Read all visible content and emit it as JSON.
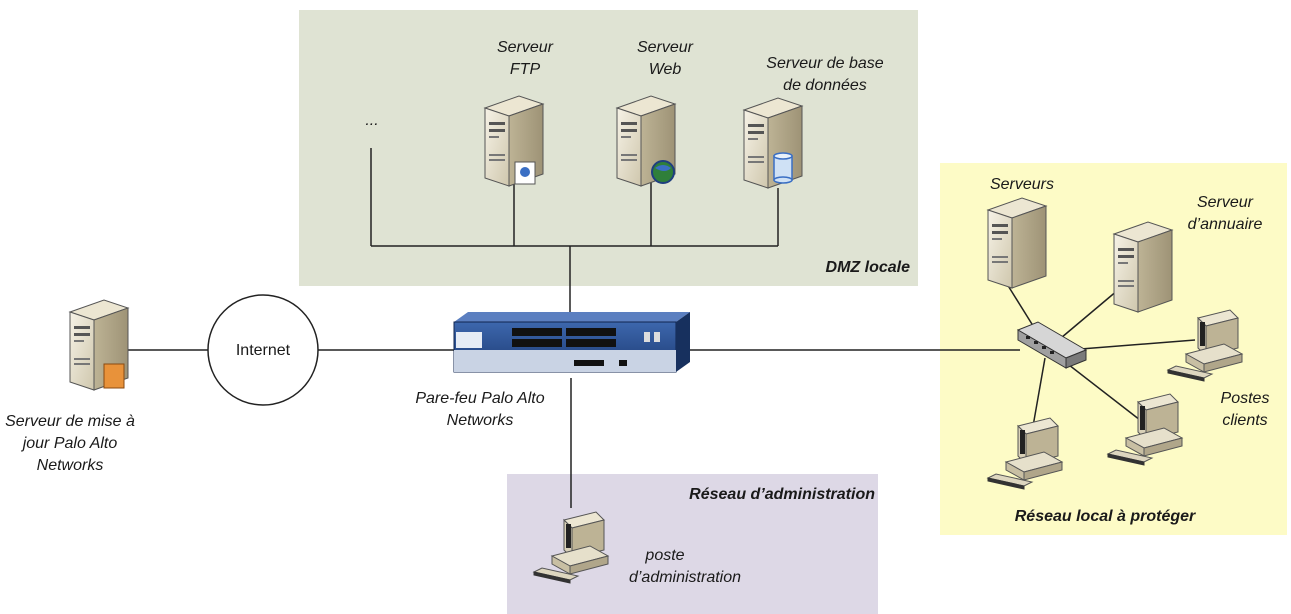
{
  "zones": {
    "dmz": {
      "title": "DMZ locale",
      "color": "#dfe3d3"
    },
    "local": {
      "title": "Réseau local à protéger",
      "color": "#fdfbc6"
    },
    "admin": {
      "title": "Réseau d’administration",
      "color": "#ddd8e6"
    }
  },
  "dmz_servers": {
    "ellipsis": "...",
    "ftp": {
      "line1": "Serveur",
      "line2": "FTP"
    },
    "web": {
      "line1": "Serveur",
      "line2": "Web"
    },
    "db": {
      "line1": "Serveur de base",
      "line2": "de données"
    }
  },
  "internet": {
    "label": "Internet"
  },
  "update_server": {
    "line1": "Serveur de mise à",
    "line2": "jour Palo Alto",
    "line3": "Networks"
  },
  "firewall": {
    "line1": "Pare-feu Palo Alto",
    "line2": "Networks"
  },
  "local_network": {
    "servers": "Serveurs",
    "directory": {
      "line1": "Serveur",
      "line2": "d’annuaire"
    },
    "clients": {
      "line1": "Postes",
      "line2": "clients"
    }
  },
  "admin_network": {
    "line1": "poste",
    "line2": "d’administration"
  },
  "colors": {
    "line": "#222222",
    "firewall": "#2a4f8f",
    "server_body": "#e8e2cf"
  }
}
